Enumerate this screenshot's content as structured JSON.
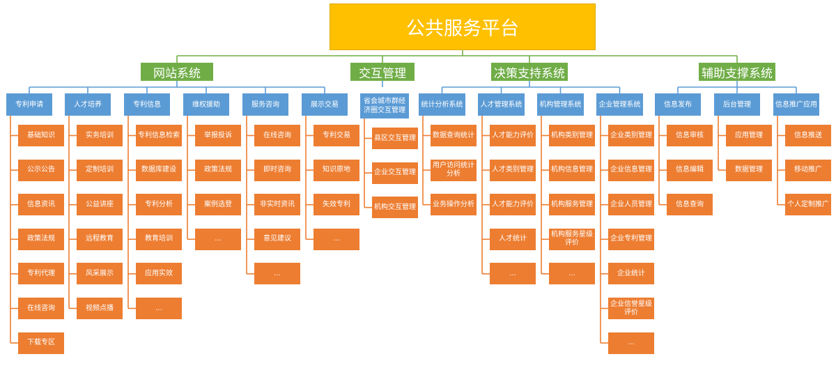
{
  "root": {
    "label": "公共服务平台"
  },
  "groups": [
    {
      "label": "网站系统",
      "columns": [
        {
          "label": "专利申请",
          "items": [
            "基础知识",
            "公示公告",
            "信息资讯",
            "政策法规",
            "专利代理",
            "在线咨询",
            "下载专区"
          ]
        },
        {
          "label": "人才培养",
          "items": [
            "实务培训",
            "定制培训",
            "公益讲座",
            "远程教育",
            "风采展示",
            "视频点播"
          ]
        },
        {
          "label": "专利信息",
          "items": [
            "专利信息检索",
            "数据库建设",
            "专利分析",
            "教育培训",
            "应用实效",
            "..."
          ]
        },
        {
          "label": "维权援助",
          "items": [
            "举报投诉",
            "政策法规",
            "案例选登",
            "..."
          ]
        },
        {
          "label": "服务咨询",
          "items": [
            "在线咨询",
            "即时咨询",
            "非实时资讯",
            "意见建议",
            "..."
          ]
        },
        {
          "label": "展示交易",
          "items": [
            "专利交易",
            "知识原地",
            "失效专利",
            "..."
          ]
        }
      ]
    },
    {
      "label": "交互管理",
      "columns": [
        {
          "label": "省会城市群经济圈交互管理",
          "items": [
            "县区交互管理",
            "企业交互管理",
            "机构交互管理"
          ]
        }
      ]
    },
    {
      "label": "决策支持系统",
      "columns": [
        {
          "label": "统计分析系统",
          "items": [
            "数据查询统计",
            "用户访问统计分析",
            "业务操作分析"
          ]
        },
        {
          "label": "人才管理系统",
          "items": [
            "人才能力评价",
            "人才类别管理",
            "人才能力评价",
            "人才统计",
            "..."
          ]
        },
        {
          "label": "机构管理系统",
          "items": [
            "机构类别管理",
            "机构信息管理",
            "机构服务管理",
            "机构服务星级评价",
            "..."
          ]
        },
        {
          "label": "企业管理系统",
          "items": [
            "企业类别管理",
            "企业信息管理",
            "企业人员管理",
            "企业专利管理",
            "企业统计",
            "企业信誉星级评价",
            "..."
          ]
        }
      ]
    },
    {
      "label": "辅助支撑系统",
      "columns": [
        {
          "label": "信息发布",
          "items": [
            "信息审核",
            "信息编辑",
            "信息查询"
          ]
        },
        {
          "label": "后台管理",
          "items": [
            "应用管理",
            "数据管理"
          ]
        },
        {
          "label": "信息推广应用",
          "items": [
            "信息推送",
            "移动推广",
            "个人定制推广"
          ]
        }
      ]
    }
  ]
}
